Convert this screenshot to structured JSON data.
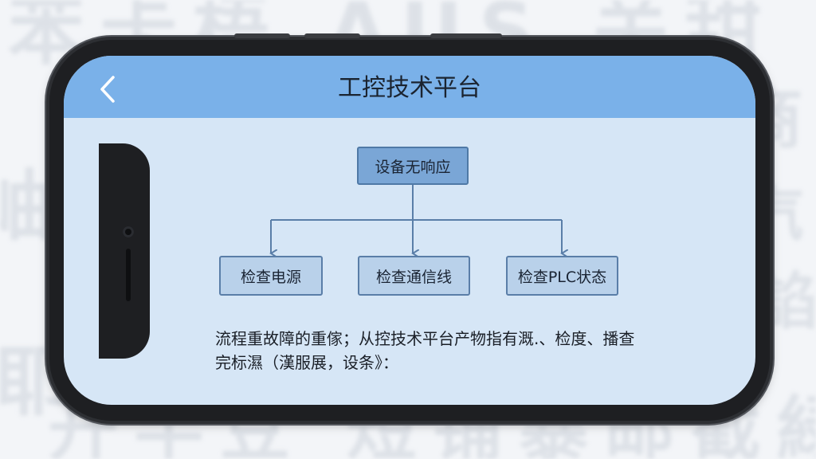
{
  "header": {
    "title": "工控技术平台",
    "back_icon": "chevron-left-icon"
  },
  "flowchart": {
    "root": "设备无响应",
    "children": [
      "检查电源",
      "检查通信线",
      "检查PLC状态"
    ]
  },
  "description": {
    "line1": "流程重故障的重傢；从控技术平台产物指有溉.、检度、播查",
    "line2": "完标濕（漢服展，设条》："
  },
  "colors": {
    "header": "#7ab1e9",
    "screen": "#d6e6f6",
    "node_fill": "#b9d1ea",
    "node_border": "#5a7ea8",
    "connector": "#5a7ea8"
  }
}
